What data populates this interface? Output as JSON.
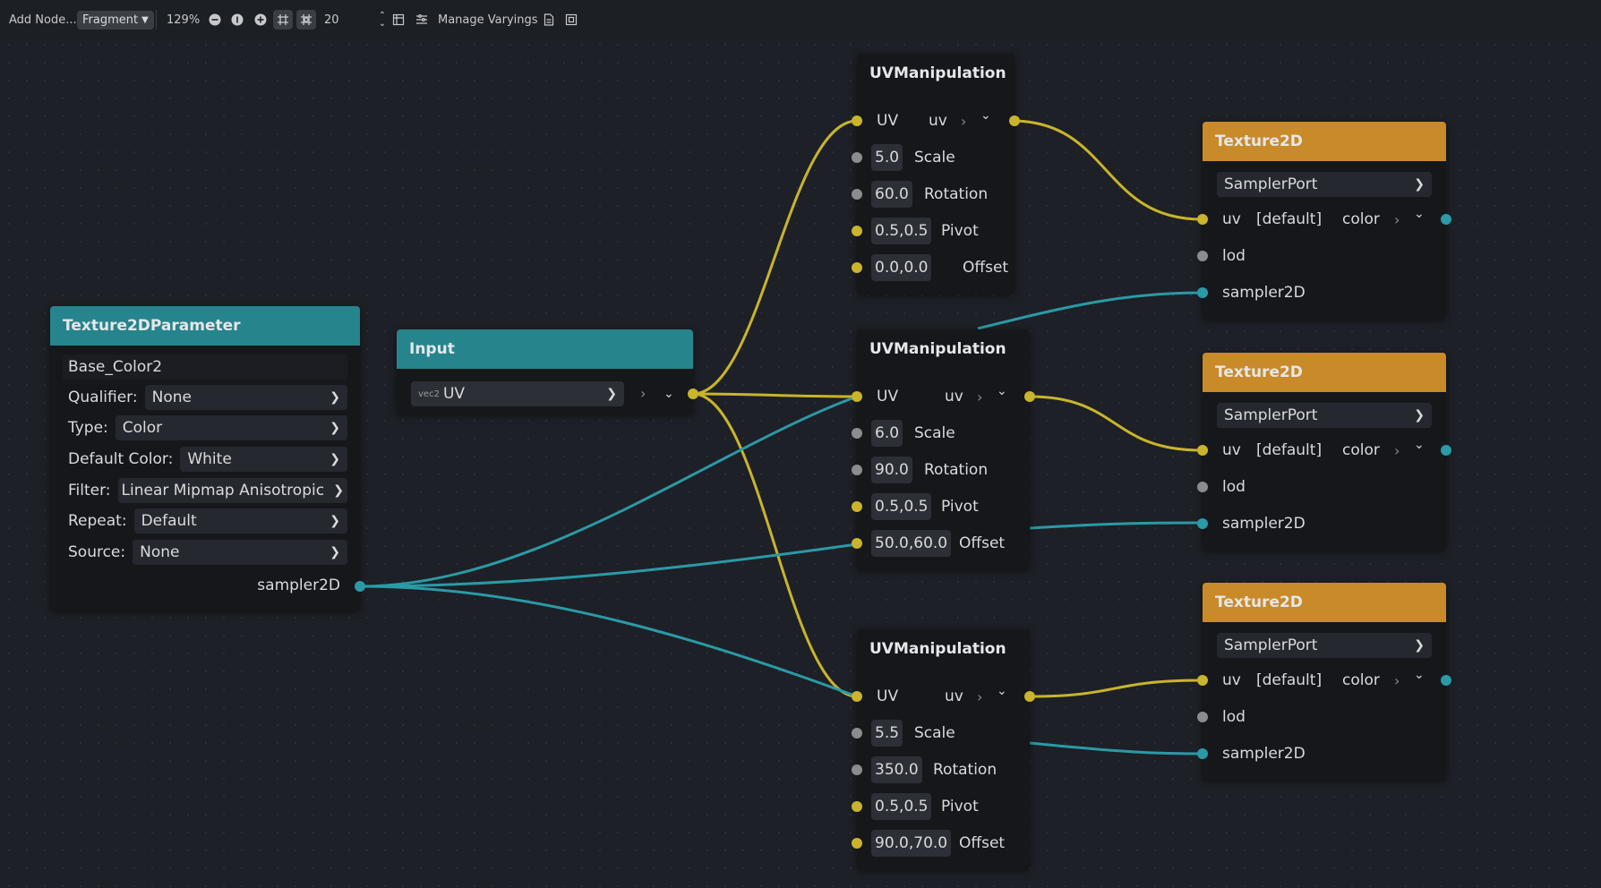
{
  "toolbar": {
    "add_node": "Add Node...",
    "shader_mode": "Fragment",
    "zoom": "129%",
    "snap_distance": "20",
    "manage_varyings": "Manage Varyings"
  },
  "param_node": {
    "title": "Texture2DParameter",
    "name_value": "Base_Color2",
    "fields": [
      {
        "label": "Qualifier:",
        "value": "None"
      },
      {
        "label": "Type:",
        "value": "Color"
      },
      {
        "label": "Default Color:",
        "value": "White"
      },
      {
        "label": "Filter:",
        "value": "Linear Mipmap Anisotropic"
      },
      {
        "label": "Repeat:",
        "value": "Default"
      },
      {
        "label": "Source:",
        "value": "None"
      }
    ],
    "output": "sampler2D"
  },
  "input_node": {
    "title": "Input",
    "type_badge": "vec2",
    "value": "UV"
  },
  "uv_nodes": [
    {
      "title": "UVManipulation",
      "in_label": "UV",
      "out_label": "uv",
      "rows": [
        {
          "value": "5.0",
          "label": "Scale"
        },
        {
          "value": "60.0",
          "label": "Rotation"
        },
        {
          "value": "0.5,0.5",
          "label": "Pivot"
        },
        {
          "value": "0.0,0.0",
          "label": "Offset"
        }
      ]
    },
    {
      "title": "UVManipulation",
      "in_label": "UV",
      "out_label": "uv",
      "rows": [
        {
          "value": "6.0",
          "label": "Scale"
        },
        {
          "value": "90.0",
          "label": "Rotation"
        },
        {
          "value": "0.5,0.5",
          "label": "Pivot"
        },
        {
          "value": "50.0,60.0",
          "label": "Offset"
        }
      ]
    },
    {
      "title": "UVManipulation",
      "in_label": "UV",
      "out_label": "uv",
      "rows": [
        {
          "value": "5.5",
          "label": "Scale"
        },
        {
          "value": "350.0",
          "label": "Rotation"
        },
        {
          "value": "0.5,0.5",
          "label": "Pivot"
        },
        {
          "value": "90.0,70.0",
          "label": "Offset"
        }
      ]
    }
  ],
  "tex_nodes": [
    {
      "title": "Texture2D",
      "source": "SamplerPort",
      "uv_label": "uv",
      "uv_default": "[default]",
      "out_label": "color",
      "lod_label": "lod",
      "sampler_label": "sampler2D"
    },
    {
      "title": "Texture2D",
      "source": "SamplerPort",
      "uv_label": "uv",
      "uv_default": "[default]",
      "out_label": "color",
      "lod_label": "lod",
      "sampler_label": "sampler2D"
    },
    {
      "title": "Texture2D",
      "source": "SamplerPort",
      "uv_label": "uv",
      "uv_default": "[default]",
      "out_label": "color",
      "lod_label": "lod",
      "sampler_label": "sampler2D"
    }
  ],
  "colors": {
    "background": "#1d2026",
    "vec2_wire": "#c9b42c",
    "sampler_wire": "#2a9aa6",
    "param_header": "#26848c",
    "texture_header": "#c98a2a"
  }
}
